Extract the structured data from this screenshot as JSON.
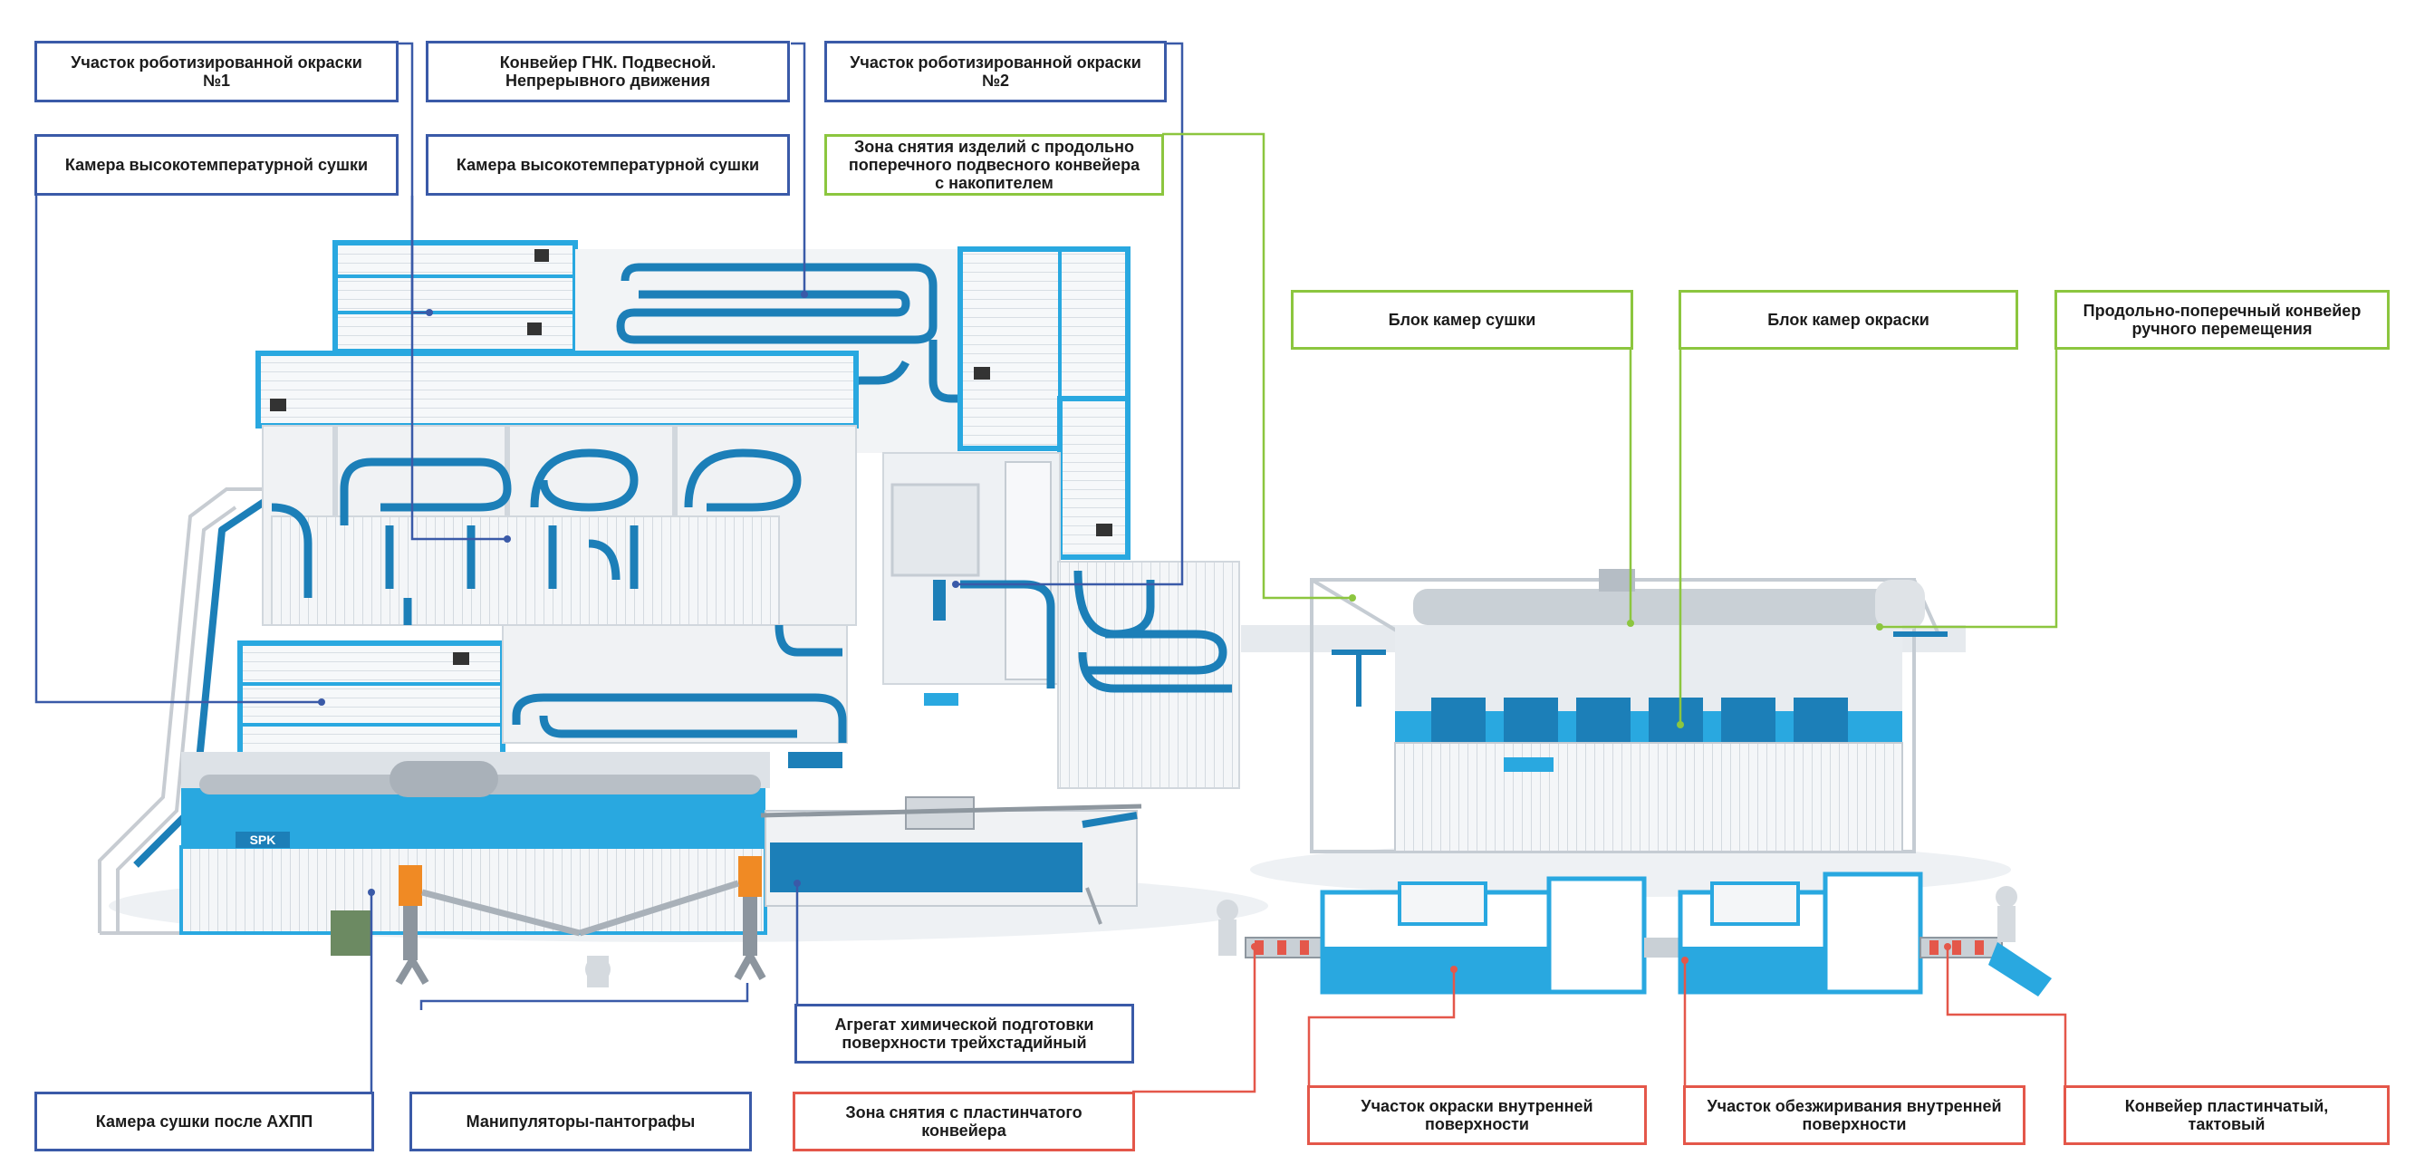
{
  "colors": {
    "blue_line": "#3a5aa8",
    "green_line": "#8cc63f",
    "red_line": "#e4574a",
    "equipment_blue": "#29a8e0",
    "panel_white": "#f4f6f8",
    "conveyor_blue": "#1c7fb8"
  },
  "brand_mark": "SPK",
  "labels": {
    "robot_paint_1": "Участок роботизированной окраски\n№1",
    "overhead_conveyor": "Конвейер ГНК. Подвесной.\nНепрерывного движения",
    "robot_paint_2": "Участок роботизированной окраски\n№2",
    "high_temp_dryer_1": "Камера высокотемпературной сушки",
    "high_temp_dryer_2": "Камера высокотемпературной сушки",
    "unloading_zone": "Зона снятия изделий с продольно\nпоперечного подвесного конвейера\nс накопителем",
    "drying_block": "Блок камер сушки",
    "painting_block": "Блок камер окраски",
    "cross_conveyor": "Продольно-поперечный конвейер\nручного перемещения",
    "chem_prep": "Агрегат химической подготовки\nповерхности трейхстадийный",
    "dryer_after_achpp": "Камера сушки после АХПП",
    "manipulators": "Манипуляторы-пантографы",
    "plate_conveyor_unloading": "Зона снятия с пластинчатого\nконвейера",
    "inner_painting": "Участок окраски внутренней\nповерхности",
    "inner_degreasing": "Участок обезжиривания внутренней\nповерхности",
    "plate_conveyor": "Конвейер пластинчатый,\nтактовый"
  }
}
